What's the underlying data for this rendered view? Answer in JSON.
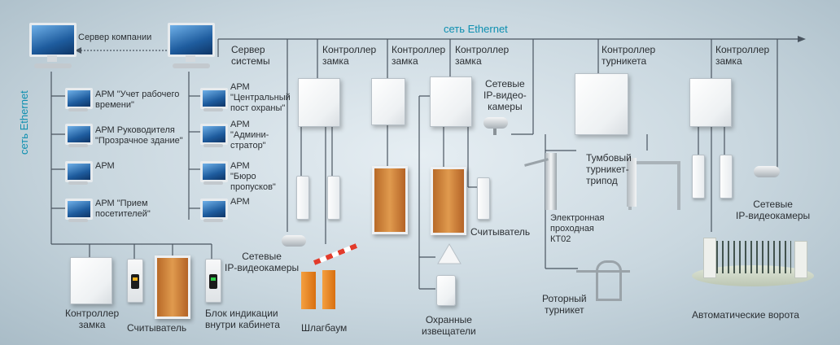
{
  "network": {
    "ethernet_top": "сеть Ethernet",
    "ethernet_left": "сеть Ethernet"
  },
  "labels": {
    "company_server": "Сервер компании",
    "system_server": "Сервер\nсистемы",
    "lock_controller_1": "Контроллер\nзамка",
    "lock_controller_2": "Контроллер\nзамка",
    "lock_controller_3": "Контроллер\nзамка",
    "turnstile_controller": "Контроллер\nтурникета",
    "lock_controller_4": "Контроллер\nзамка",
    "arm_time": "АРМ \"Учет рабочего\nвремени\"",
    "arm_manager": "АРМ Руководителя\n\"Прозрачное здание\"",
    "arm_plain_left": "АРМ",
    "arm_visitors": "АРМ \"Прием\nпосетителей\"",
    "arm_security": "АРМ\n\"Центральный\nпост охраны\"",
    "arm_admin": "АРМ\n\"Админи-\nстратор\"",
    "arm_passes": "АРМ\n\"Бюро\nпропусков\"",
    "arm_plain_right": "АРМ",
    "ip_cameras_mid": "Сетевые\nIP-видео-\nкамеры",
    "ip_cameras_left": "Сетевые\nIP-видеокамеры",
    "ip_cameras_right": "Сетевые\nIP-видеокамеры",
    "tripod_turnstile": "Тумбовый\nтурникет-\nтрипод",
    "electronic_gate": "Электронная\nпроходная\nКТ02",
    "reader_mid": "Считыватель",
    "rotor_turnstile": "Роторный\nтурникет",
    "security_detectors": "Охранные\nизвещатели",
    "automatic_gates": "Автоматические ворота",
    "barrier": "Шлагбаум",
    "controller_bottom": "Контроллер\nзамка",
    "reader_bottom": "Считыватель",
    "indication_block": "Блок индикации\nвнутри кабинета"
  },
  "colors": {
    "ethernet": "#0d8fb0",
    "wire": "#4a5560",
    "background": "#c9d7df",
    "door": "#d98c3e",
    "barrier": "#f28a1e"
  },
  "icons": [
    "monitor-icon",
    "controller-box-icon",
    "card-reader-icon",
    "door-icon",
    "ip-camera-icon",
    "turnstile-icon",
    "barrier-icon",
    "motion-detector-icon",
    "gate-icon"
  ]
}
